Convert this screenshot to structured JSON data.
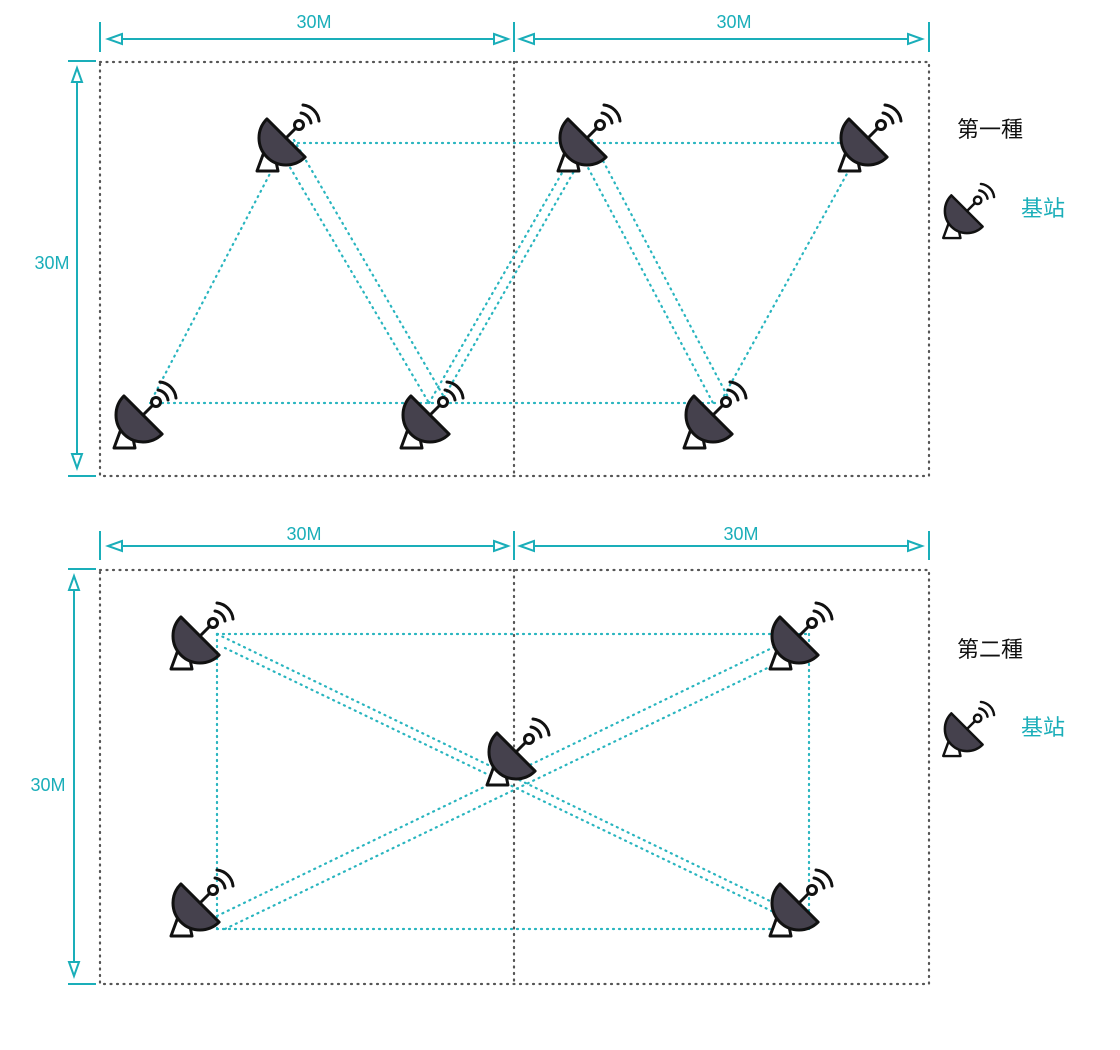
{
  "colors": {
    "accent": "#1aaeb9",
    "link_line": "#29b5bf",
    "grid": "#555555",
    "dish_fill": "#45414d",
    "stroke": "#111111"
  },
  "icon": "satellite-dish-icon",
  "diagrams": [
    {
      "title": "第一種",
      "legend_label": "基站",
      "width_labels": [
        "30M",
        "30M"
      ],
      "height_label": "30M"
    },
    {
      "title": "第二種",
      "legend_label": "基站",
      "width_labels": [
        "30M",
        "30M"
      ],
      "height_label": "30M"
    }
  ]
}
